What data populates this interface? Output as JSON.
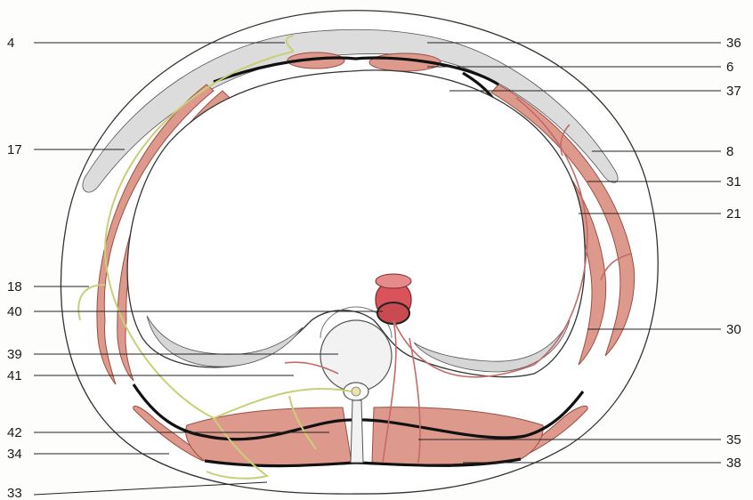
{
  "labels": {
    "left": [
      "4",
      "17",
      "18",
      "40",
      "39",
      "41",
      "42",
      "34",
      "33"
    ],
    "right": [
      "36",
      "6",
      "37",
      "8",
      "31",
      "21",
      "30",
      "35",
      "38"
    ]
  },
  "colors": {
    "muscle": "#dd9a8c",
    "muscle_outline": "#9a4d42",
    "nerve": "#c9cf78",
    "vessel": "#c36a6a",
    "fascia": "#111111",
    "fat_shadow": "#d8d8d8",
    "aorta": "#d9535a"
  }
}
